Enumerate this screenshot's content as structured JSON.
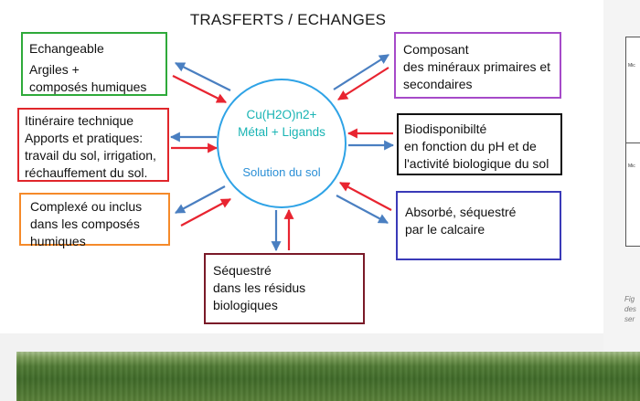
{
  "title": "TRASFERTS / ECHANGES",
  "center": {
    "line1": "Cu(H2O)n2+",
    "line2": "Métal + Ligands",
    "line3": "Solution du sol"
  },
  "boxes": {
    "echangeable": {
      "lines": [
        "Echangeable",
        "Argiles +",
        "composés humiques"
      ],
      "color": "#2eaa3a"
    },
    "itineraire": {
      "lines": [
        "Itinéraire technique",
        "Apports et pratiques:",
        "travail du sol, irrigation,",
        "réchauffement du sol."
      ],
      "color": "#e0262b"
    },
    "complexe": {
      "lines": [
        "Complexé ou inclus",
        "dans les composés",
        "humiques"
      ],
      "color": "#f58a2a"
    },
    "sequestre_residus": {
      "lines": [
        "Séquestré",
        "dans les résidus",
        "biologiques"
      ],
      "color": "#7a1a28"
    },
    "composant": {
      "lines": [
        "Composant",
        "des minéraux primaires et",
        "secondaires"
      ],
      "color": "#a64ac9"
    },
    "biodisponibilite": {
      "lines": [
        "Biodisponibilté",
        "en fonction du pH et de",
        "l'activité biologique du sol"
      ],
      "color": "#111111"
    },
    "absorbe": {
      "lines": [
        "Absorbé, séquestré",
        "par le calcaire"
      ],
      "color": "#3a3ab8"
    }
  },
  "arrow_colors": {
    "red": "#e82430",
    "blue": "#4a7fc1"
  },
  "side": {
    "table_label_1": "Mic",
    "table_label_2": "Mic",
    "caption": [
      "Fig",
      "des",
      "ser"
    ]
  }
}
